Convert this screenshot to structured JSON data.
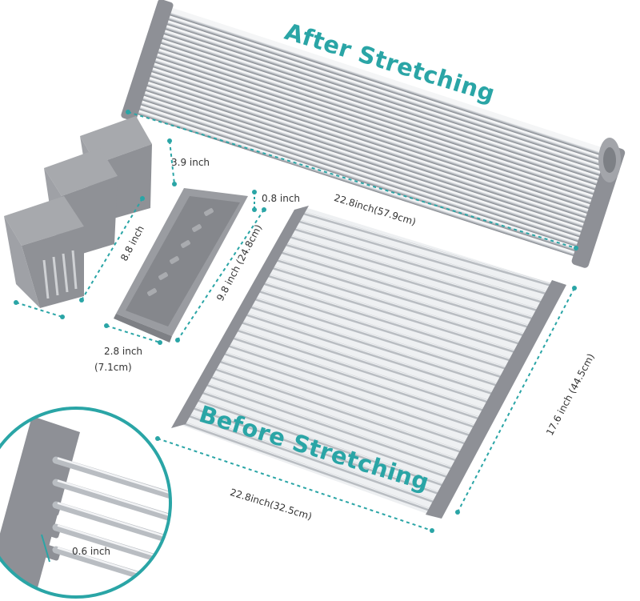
{
  "titles": {
    "after": "After Stretching",
    "before": "Before Stretching"
  },
  "dimensions": {
    "after_length": "22.8inch(57.9cm)",
    "before_width": "22.8inch(32.5cm)",
    "before_height": "17.6 inch  (44.5cm)",
    "basket_height": "3.9 inch",
    "basket_length": "8.8 inch",
    "tray_depth": "0.8 inch",
    "tray_length": "9.8 inch (24.8cm)",
    "tray_width": "2.8 inch",
    "tray_width_cm": "(7.1cm)",
    "rod_gap": "0.6 inch"
  },
  "colors": {
    "accent": "#2aa5a6",
    "frame_gray": "#8e9096",
    "rod_steel": "#c9cdd2"
  }
}
